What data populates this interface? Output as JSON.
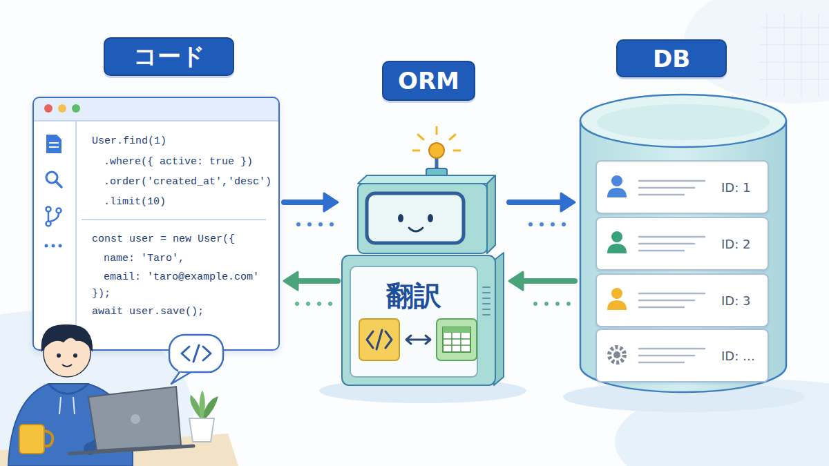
{
  "diagram": {
    "nodes": [
      {
        "text": [
          "コード",
          "User.find(1)",
          ".where({ active: true })",
          ".order('created_at','desc')",
          ".limit(10)",
          "const user = new User({",
          "name: 'Taro',",
          "email: 'taro@example.com'",
          "});",
          "await user.save();"
        ]
      },
      {
        "text": [
          "ORM",
          "翻訳"
        ]
      },
      {
        "text": [
          "DB"
        ]
      },
      {
        "text": [
          "ID: 1"
        ],
        "in": 2
      },
      {
        "text": [
          "ID: 2"
        ],
        "in": 2
      },
      {
        "text": [
          "ID: 3"
        ],
        "in": 2
      },
      {
        "text": [
          "ID: …"
        ],
        "in": 2
      }
    ],
    "edges": [
      {
        "from": 0,
        "to": 1,
        "arrow": "to"
      },
      {
        "from": 1,
        "to": 2,
        "arrow": "to"
      },
      {
        "from": 2,
        "to": 1,
        "arrow": "to"
      },
      {
        "from": 1,
        "to": 0,
        "arrow": "to"
      }
    ]
  }
}
